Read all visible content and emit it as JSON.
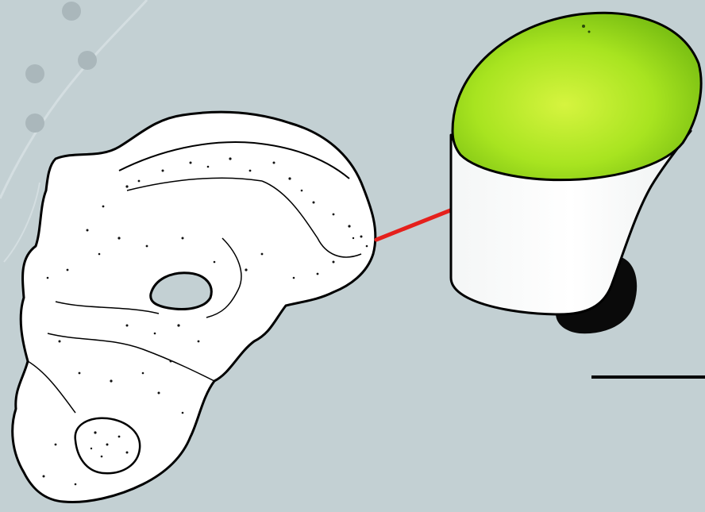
{
  "diagram": {
    "colors": {
      "background": "#c3d0d3",
      "background_curve": "#d4dee1",
      "background_dot": "#aab7bb",
      "bone_fill": "#ffffff",
      "bone_outline": "#000000",
      "bone_speckle": "#111111",
      "arrow": "#e5201c",
      "cap_surface": "#9ee21b",
      "cap_highlight": "#c9f03a",
      "cap_shadow": "#6fb30f",
      "cylinder_body": "#ffffff",
      "scale_bar": "#000000"
    },
    "elements": [
      {
        "name": "bone-fragment",
        "description_icon": "bone-scan-icon"
      },
      {
        "name": "arrow",
        "description_icon": "arrow-right-icon"
      },
      {
        "name": "cylinder-sample",
        "description_icon": "cylinder-icon"
      },
      {
        "name": "scale-bar",
        "description_icon": "scale-bar-icon"
      }
    ]
  }
}
